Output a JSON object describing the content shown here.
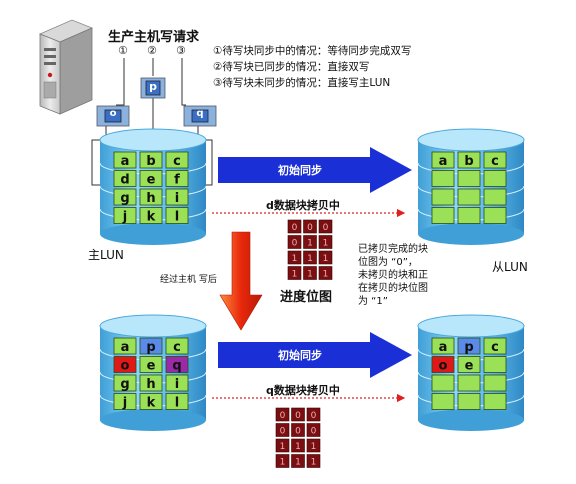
{
  "request": {
    "title": "生产主机写请求",
    "markers": [
      "①",
      "②",
      "③"
    ],
    "notes": [
      "①待写块同步中的情况：等待同步完成双写",
      "②待写块已同步的情况：直接双写",
      "③待写块未同步的情况：直接写主LUN"
    ]
  },
  "write_blocks": {
    "o": "o",
    "p": "p",
    "q": "q"
  },
  "labels": {
    "primary_lun": "主LUN",
    "secondary_lun": "从LUN",
    "after_write": "经过主机 写后",
    "progress_bitmap": "进度位图",
    "init_sync_top": "初始同步",
    "init_sync_bottom": "初始同步",
    "copying_top": "d数据块拷贝中",
    "copying_bottom": "q数据块拷贝中",
    "bitmap_note": [
      "已拷贝完成的块",
      "位图为 “0”，",
      "未拷贝的块和正",
      "在拷贝的块位图",
      "为 “1”"
    ]
  },
  "bitmap_top": [
    [
      "0",
      "0",
      "0"
    ],
    [
      "0",
      "1",
      "1"
    ],
    [
      "1",
      "1",
      "1"
    ],
    [
      "1",
      "1",
      "1"
    ]
  ],
  "bitmap_bottom": [
    [
      "0",
      "0",
      "0"
    ],
    [
      "0",
      "0",
      "0"
    ],
    [
      "1",
      "1",
      "1"
    ],
    [
      "1",
      "1",
      "1"
    ]
  ],
  "disks": {
    "primary_top": [
      [
        "a",
        "b",
        "c"
      ],
      [
        "d",
        "e",
        "f"
      ],
      [
        "g",
        "h",
        "i"
      ],
      [
        "j",
        "k",
        "l"
      ]
    ],
    "secondary_top": [
      [
        "a",
        "b",
        "c"
      ],
      [
        "",
        "",
        ""
      ],
      [
        "",
        "",
        ""
      ],
      [
        "",
        "",
        ""
      ]
    ],
    "primary_bottom": [
      [
        "a",
        "p",
        "c"
      ],
      [
        "o",
        "e",
        "q"
      ],
      [
        "g",
        "h",
        "i"
      ],
      [
        "j",
        "k",
        "l"
      ]
    ],
    "secondary_bottom": [
      [
        "a",
        "p",
        "c"
      ],
      [
        "o",
        "e",
        ""
      ],
      [
        "",
        "",
        ""
      ],
      [
        "",
        "",
        ""
      ]
    ]
  },
  "colors": {
    "cell_green": "#9be158",
    "cell_blue": "#5a8be8",
    "cell_red": "#e01818",
    "cell_purple": "#9a2aa6",
    "disk_blue": "#6cc4ef",
    "arrow_blue": "#1b2fd6",
    "bitmap_red": "#7a0e10",
    "down_arrow": "#e8280c"
  }
}
